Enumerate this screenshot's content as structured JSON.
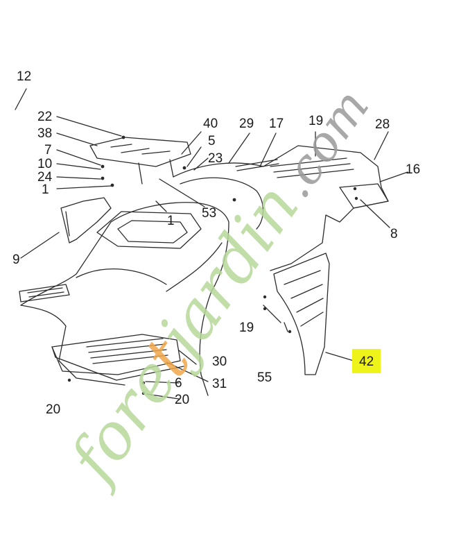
{
  "colors": {
    "line": "#2b2b2b",
    "highlight": "#eef31a",
    "watermark_green": "#b7d99a",
    "watermark_orange": "#f0a64a",
    "watermark_gray": "#9a9a9a"
  },
  "callouts": [
    {
      "id": "c12a",
      "text": "12"
    },
    {
      "id": "c22",
      "text": "22"
    },
    {
      "id": "c38",
      "text": "38"
    },
    {
      "id": "c7",
      "text": "7"
    },
    {
      "id": "c10",
      "text": "10"
    },
    {
      "id": "c24",
      "text": "24"
    },
    {
      "id": "c1a",
      "text": "1"
    },
    {
      "id": "c40",
      "text": "40"
    },
    {
      "id": "c5",
      "text": "5"
    },
    {
      "id": "c23",
      "text": "23"
    },
    {
      "id": "c29",
      "text": "29"
    },
    {
      "id": "c17",
      "text": "17"
    },
    {
      "id": "c19a",
      "text": "19"
    },
    {
      "id": "c28",
      "text": "28"
    },
    {
      "id": "c16",
      "text": "16"
    },
    {
      "id": "c8",
      "text": "8"
    },
    {
      "id": "c53",
      "text": "53"
    },
    {
      "id": "c1b",
      "text": "1"
    },
    {
      "id": "c9",
      "text": "9"
    },
    {
      "id": "c19b",
      "text": "19"
    },
    {
      "id": "c30",
      "text": "30"
    },
    {
      "id": "c31",
      "text": "31"
    },
    {
      "id": "c55",
      "text": "55"
    },
    {
      "id": "c6",
      "text": "6"
    },
    {
      "id": "c20a",
      "text": "20"
    },
    {
      "id": "c20b",
      "text": "20"
    },
    {
      "id": "c42",
      "text": "42",
      "highlighted": true
    }
  ],
  "watermark": {
    "brand_part1": "for",
    "brand_part2": "e",
    "brand_part3": "t",
    "brand_part4": "jardin",
    "brand_part5": ".com"
  }
}
